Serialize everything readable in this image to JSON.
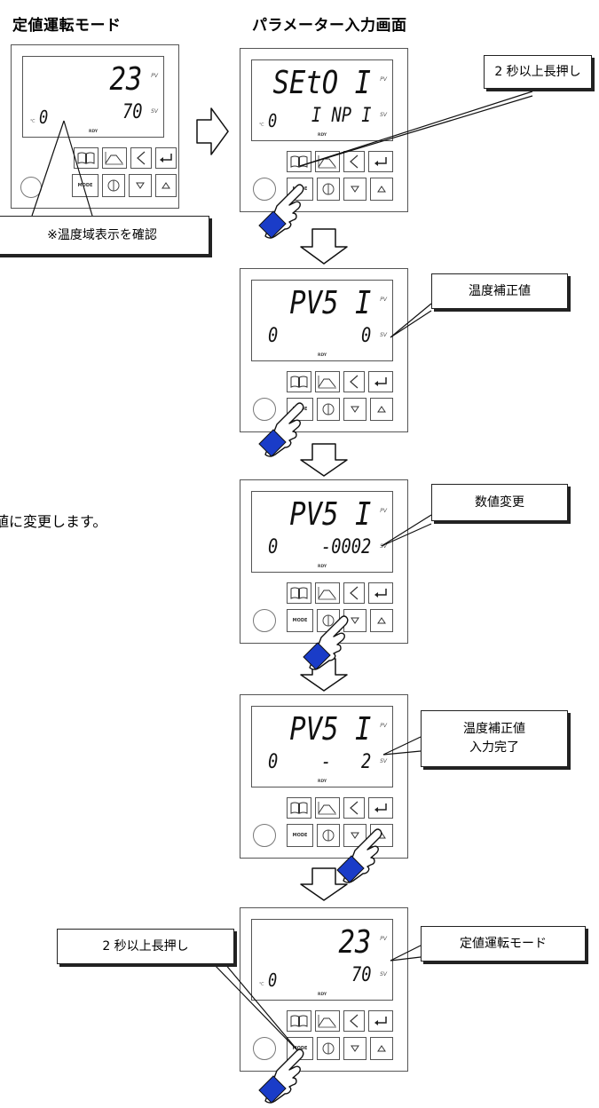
{
  "headings": {
    "left": "定値運転モード",
    "right": "パラメーター入力画面"
  },
  "side_text": "値に変更します。",
  "panel": {
    "pv": "PV",
    "sv": "SV",
    "rdy": "RDY",
    "unit": "℃",
    "mode_button": "MODE"
  },
  "screens": {
    "run_start": {
      "pv": "23",
      "zone": "0",
      "sv": "70"
    },
    "param1": {
      "pv": "SEtO I",
      "zone": "0",
      "sv": "I NP I"
    },
    "param2": {
      "pv": "PV5 I",
      "zone": "0",
      "sv": "0"
    },
    "param3": {
      "pv": "PV5 I",
      "zone": "0",
      "sv": "-0002"
    },
    "param4": {
      "pv": "PV5 I",
      "zone": "0",
      "sv": "-   2"
    },
    "run_end": {
      "pv": "23",
      "zone": "0",
      "sv": "70"
    }
  },
  "callouts": {
    "confirm_zone": "※温度域表示を確認",
    "long_press_1": "2 秒以上長押し",
    "temp_correction": "温度補正値",
    "change_value": "数値変更",
    "correction_done": "温度補正値\n入力完了",
    "long_press_2": "2 秒以上長押し",
    "run_mode": "定値運転モード"
  },
  "icons": [
    "right-arrow-icon",
    "down-arrow-icon",
    "hand-pointer-icon",
    "book-icon",
    "graph-icon",
    "left-chevron-icon",
    "enter-icon",
    "power-icon",
    "up-triangle-icon",
    "down-triangle-icon"
  ],
  "colors": {
    "hand_cuff": "#1a3cc8",
    "outline": "#333333"
  }
}
